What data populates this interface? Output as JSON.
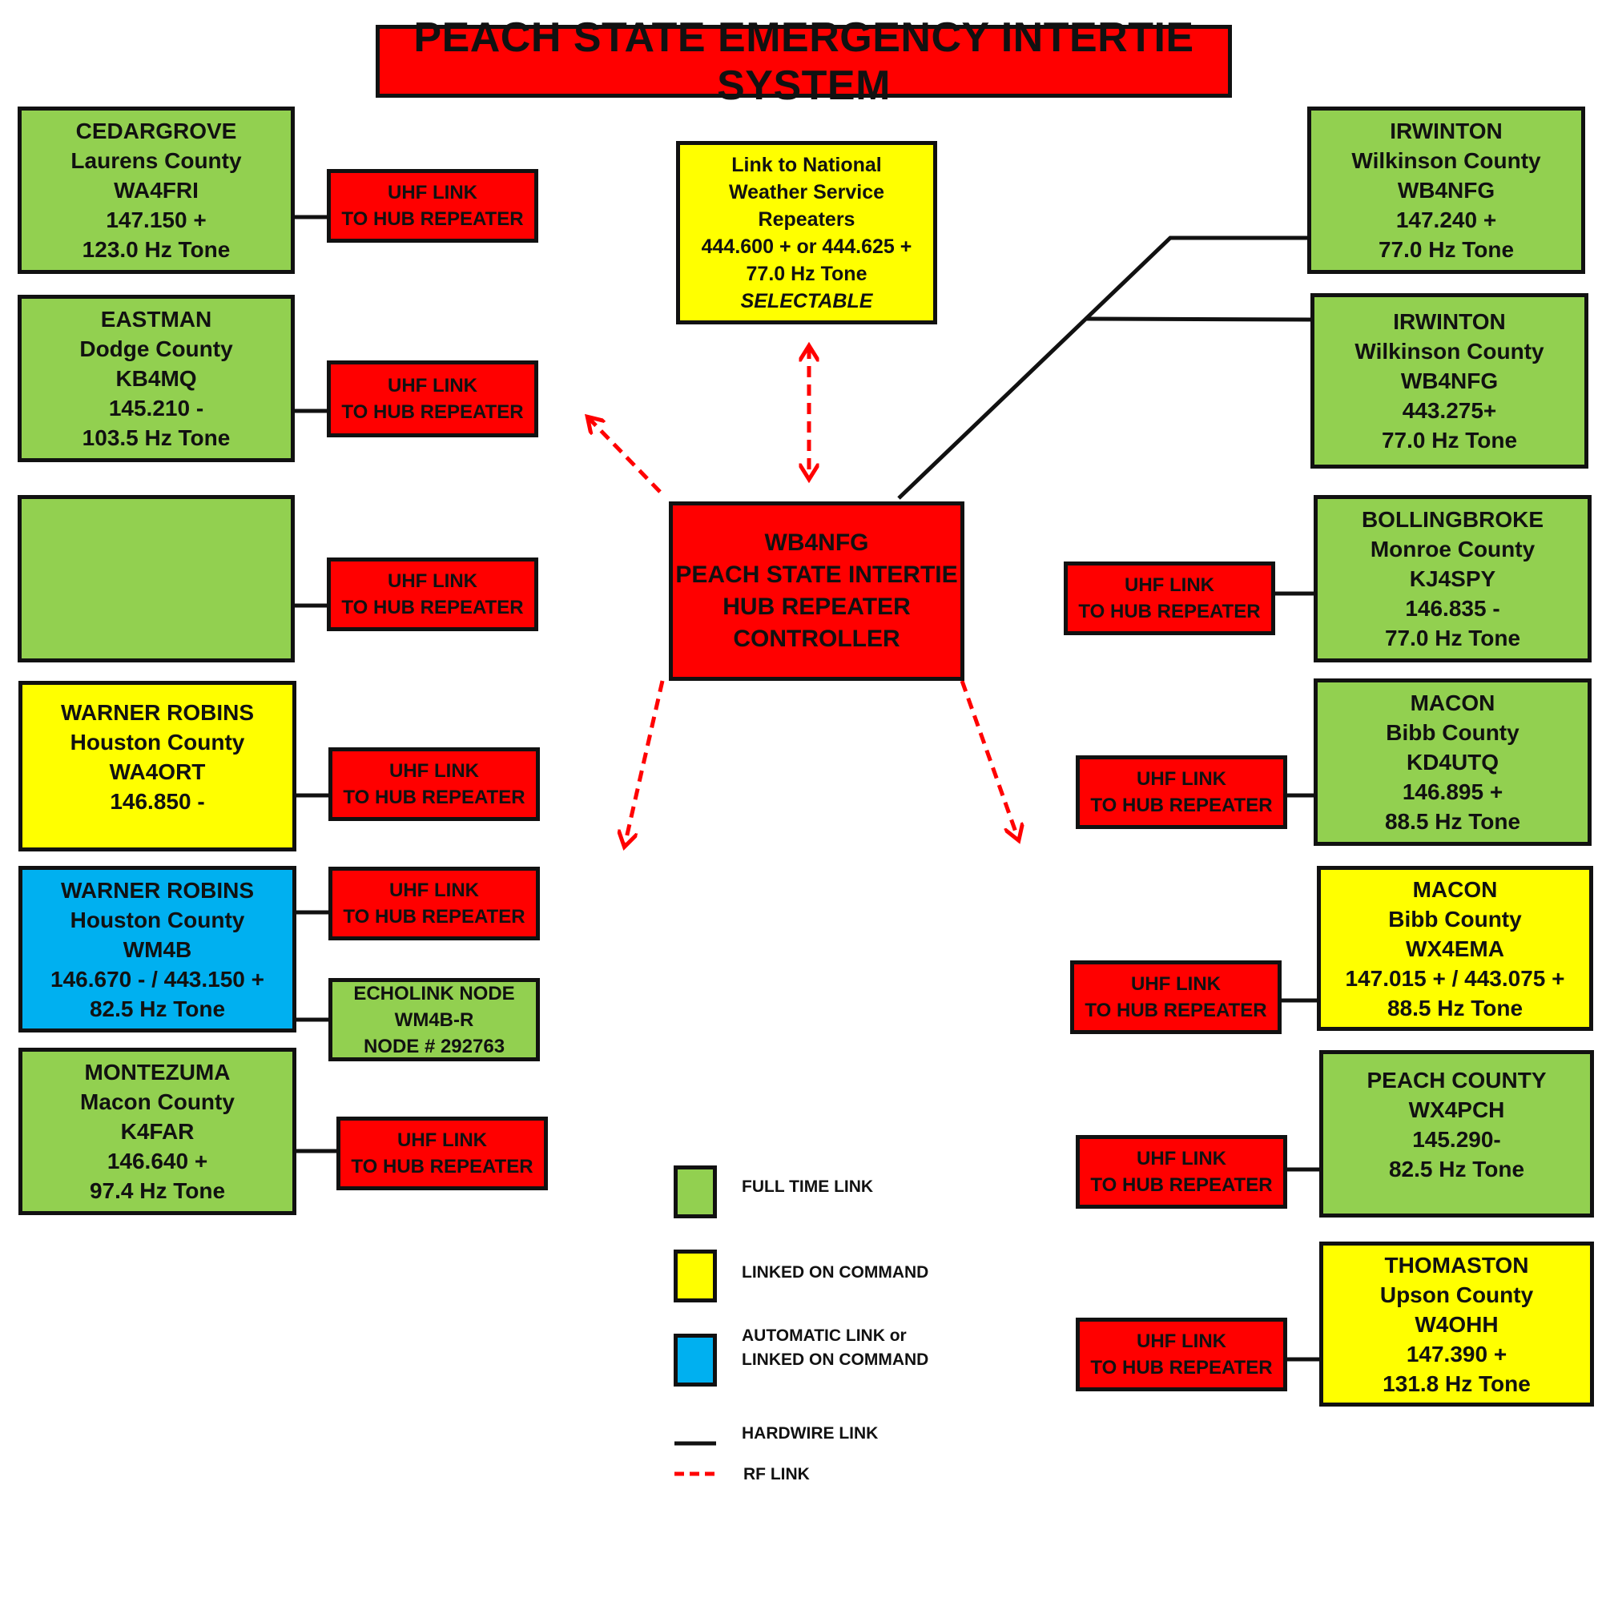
{
  "title": "PEACH STATE EMERGENCY INTERTIE SYSTEM",
  "hub": [
    "WB4NFG",
    "PEACH STATE INTERTIE",
    "HUB REPEATER",
    "CONTROLLER"
  ],
  "nws": [
    "Link to National",
    "Weather Service",
    "Repeaters",
    "444.600 + or 444.625 +",
    "77.0 Hz Tone",
    "SELECTABLE"
  ],
  "uhf_label": [
    "UHF LINK",
    "TO HUB REPEATER"
  ],
  "stations": {
    "cedargrove": [
      "CEDARGROVE",
      "Laurens County",
      "WA4FRI",
      "147.150 +",
      "123.0 Hz Tone"
    ],
    "eastman": [
      "EASTMAN",
      "Dodge County",
      "KB4MQ",
      "145.210 -",
      "103.5 Hz Tone"
    ],
    "warner_robins_1": [
      "WARNER ROBINS",
      "Houston County",
      "WA4ORT",
      "146.850 -"
    ],
    "warner_robins_2": [
      "WARNER ROBINS",
      "Houston County",
      "WM4B",
      "146.670 - / 443.150 +",
      "82.5 Hz Tone"
    ],
    "montezuma": [
      "MONTEZUMA",
      "Macon County",
      "K4FAR",
      "146.640 +",
      "97.4 Hz Tone"
    ],
    "irwinton_1": [
      "IRWINTON",
      "Wilkinson County",
      "WB4NFG",
      "147.240 +",
      "77.0 Hz Tone"
    ],
    "irwinton_2": [
      "IRWINTON",
      "Wilkinson County",
      "WB4NFG",
      "443.275+",
      "77.0 Hz Tone"
    ],
    "bollingbroke": [
      "BOLLINGBROKE",
      "Monroe County",
      "KJ4SPY",
      "146.835 -",
      "77.0 Hz Tone"
    ],
    "macon_1": [
      "MACON",
      "Bibb County",
      "KD4UTQ",
      "146.895 +",
      "88.5 Hz Tone"
    ],
    "macon_2": [
      "MACON",
      "Bibb County",
      "WX4EMA",
      "147.015 + / 443.075 +",
      "88.5 Hz Tone"
    ],
    "peach_county": [
      "PEACH COUNTY",
      "WX4PCH",
      "145.290-",
      "82.5 Hz Tone"
    ],
    "thomaston": [
      "THOMASTON",
      "Upson County",
      "W4OHH",
      "147.390 +",
      "131.8 Hz Tone"
    ]
  },
  "echolink": [
    "ECHOLINK NODE",
    "WM4B-R",
    "NODE # 292763"
  ],
  "legend": {
    "full_time": "FULL TIME LINK",
    "on_command": "LINKED ON COMMAND",
    "automatic": [
      "AUTOMATIC LINK or",
      "LINKED ON COMMAND"
    ],
    "hardwire": "HARDWIRE LINK",
    "rf": "RF LINK"
  },
  "colors": {
    "full_time": "#92d050",
    "on_command": "#ffff00",
    "automatic": "#00b0f0",
    "uhf_link": "#ff0000",
    "hardwire": "#111111",
    "rf": "#ff0000"
  }
}
